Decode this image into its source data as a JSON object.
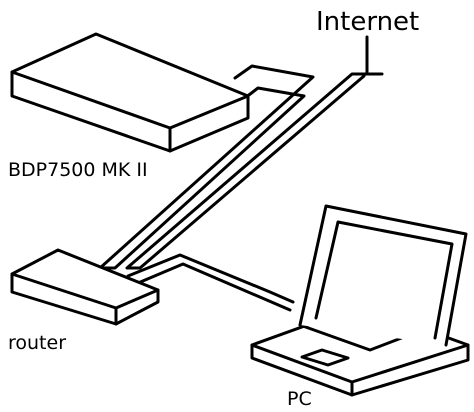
{
  "labels": {
    "internet": "Internet",
    "player": "BDP7500 MK II",
    "router": "router",
    "pc": "PC"
  }
}
